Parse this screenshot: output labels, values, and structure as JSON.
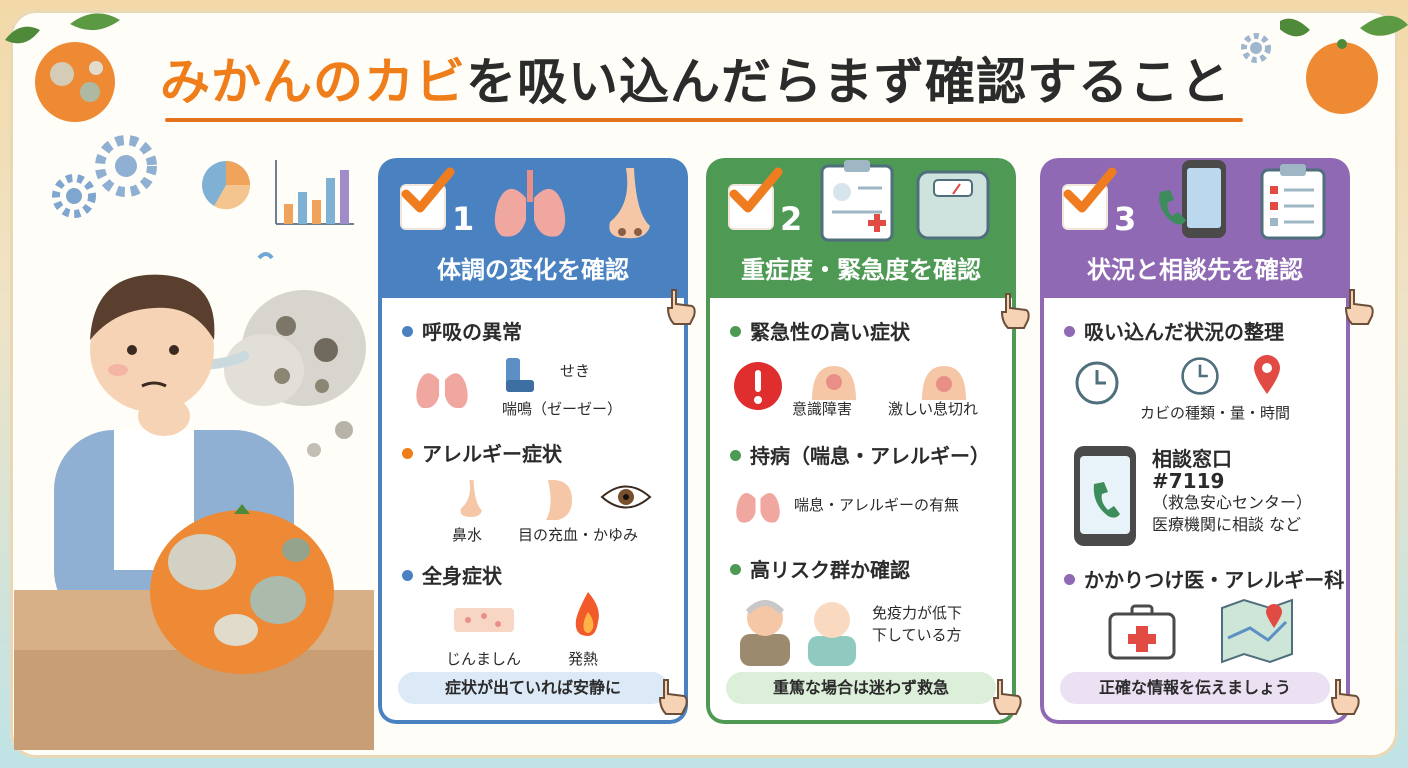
{
  "title": {
    "accent": "みかんのカビ",
    "rest": "を吸い込んだらまず確認すること"
  },
  "colors": {
    "accent": "#ee7d1a",
    "panel1": "#4a82c1",
    "panel2": "#4e9a55",
    "panel3": "#8f69b4"
  },
  "panels": [
    {
      "number": "1",
      "title": "体調の変化を確認",
      "sections": [
        {
          "label": "呼吸の異常",
          "captions": [
            "せき",
            "喘鳴（ゼーゼー）"
          ]
        },
        {
          "label": "アレルギー症状",
          "captions": [
            "鼻水",
            "目の充血・かゆみ"
          ]
        },
        {
          "label": "全身症状",
          "captions": [
            "じんましん",
            "発熱"
          ]
        }
      ],
      "banner": "症状が出ていれば安静に"
    },
    {
      "number": "2",
      "title": "重症度・緊急度を確認",
      "sections": [
        {
          "label": "緊急性の高い症状",
          "captions": [
            "意識障害",
            "激しい息切れ"
          ]
        },
        {
          "label": "持病（喘息・アレルギー）",
          "captions": [
            "喘息・アレルギーの有無"
          ]
        },
        {
          "label": "高リスク群か確認",
          "captions": [
            "免疫力が低下",
            "下している方"
          ]
        }
      ],
      "banner": "重篤な場合は迷わず救急"
    },
    {
      "number": "3",
      "title": "状況と相談先を確認",
      "sections": [
        {
          "label": "吸い込んだ状況の整理",
          "captions": [
            "カビの種類・量・時間"
          ]
        },
        {
          "label": "かかりつけ医・アレルギー科",
          "captions": []
        }
      ],
      "counsel": {
        "heading": "相談窓口",
        "number": "#7119",
        "line1": "（救急安心センター）",
        "line2": "医療機関に相談 など"
      },
      "banner": "正確な情報を伝えましょう"
    }
  ],
  "icons": [
    "gear-icon",
    "pie-chart-icon",
    "bar-chart-icon",
    "lungs-icon",
    "nose-icon",
    "clipboard-icon",
    "scale-icon",
    "phone-icon",
    "checklist-icon",
    "inhaler-icon",
    "eye-icon",
    "fire-icon",
    "warning-icon",
    "clock-icon",
    "location-pin-icon",
    "first-aid-kit-icon",
    "map-icon",
    "pointing-hand-icon"
  ]
}
